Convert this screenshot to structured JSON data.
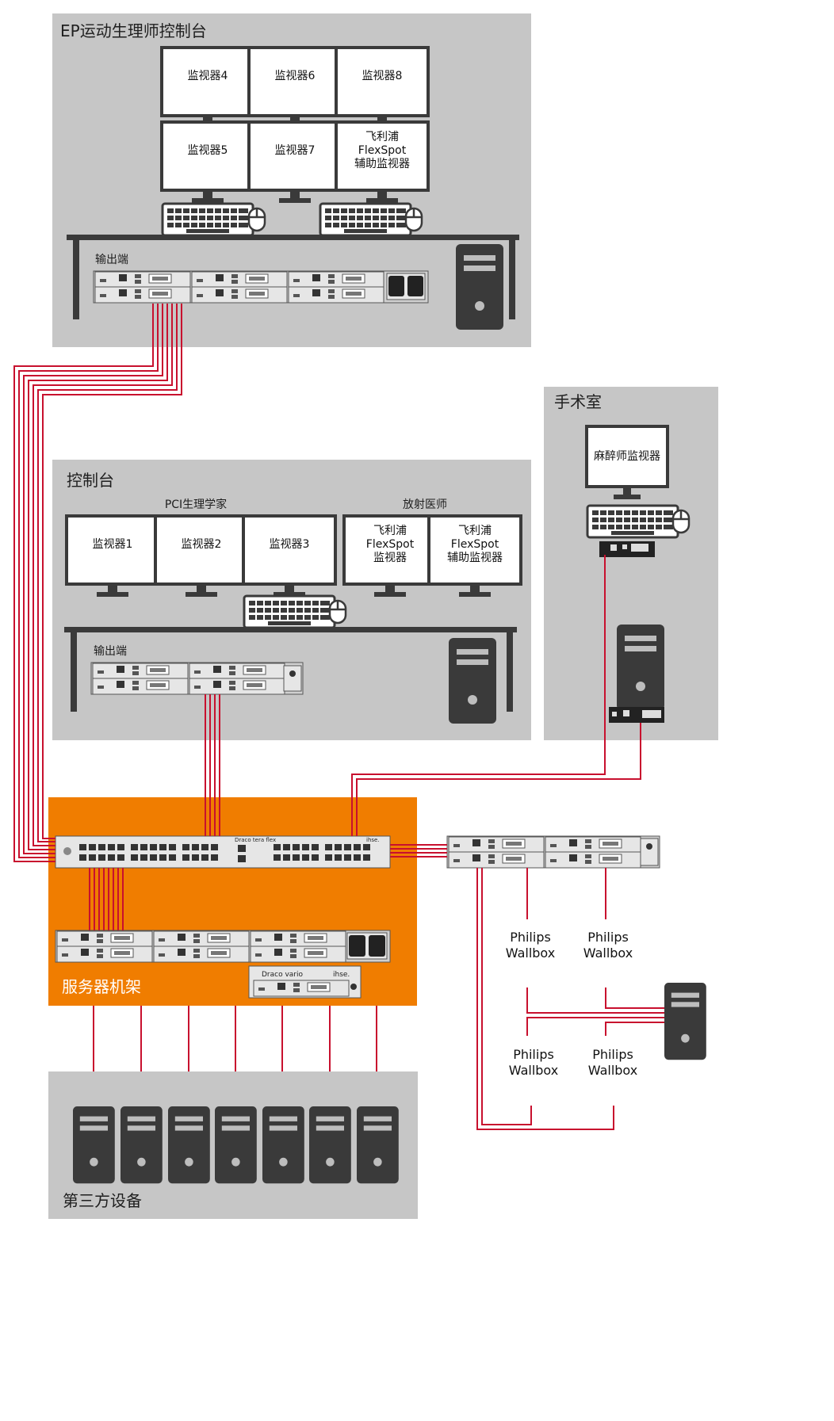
{
  "regions": {
    "ep_console": {
      "title": "EP运动生理师控制台",
      "output_label": "输出端",
      "monitors": [
        "监视器4",
        "监视器6",
        "监视器8",
        "监视器5",
        "监视器7",
        "飞利浦 FlexSpot 辅助监视器"
      ]
    },
    "console": {
      "title": "控制台",
      "pci_label": "PCI生理学家",
      "radiology_label": "放射医师",
      "output_label": "输出端",
      "monitors": [
        "监视器1",
        "监视器2",
        "监视器3",
        "飞利浦 FlexSpot 监视器",
        "飞利浦 FlexSpot 辅助监视器"
      ]
    },
    "operating_room": {
      "title": "手术室",
      "monitor": "麻醉师监视器"
    },
    "server_rack": {
      "title": "服务器机架",
      "switch_brand": "Draco tera flex",
      "switch_logo": "ihse.",
      "vario_brand": "Draco vario",
      "vario_logo": "ihse."
    },
    "third_party": {
      "title": "第三方设备",
      "computer_count": 7
    },
    "wallboxes": [
      "Philips Wallbox",
      "Philips Wallbox",
      "Philips Wallbox",
      "Philips Wallbox"
    ]
  },
  "colors": {
    "region_bg": "#c6c6c6",
    "rack_bg": "#f07d00",
    "cable": "#c8102e",
    "device": "#3a3a3a"
  }
}
